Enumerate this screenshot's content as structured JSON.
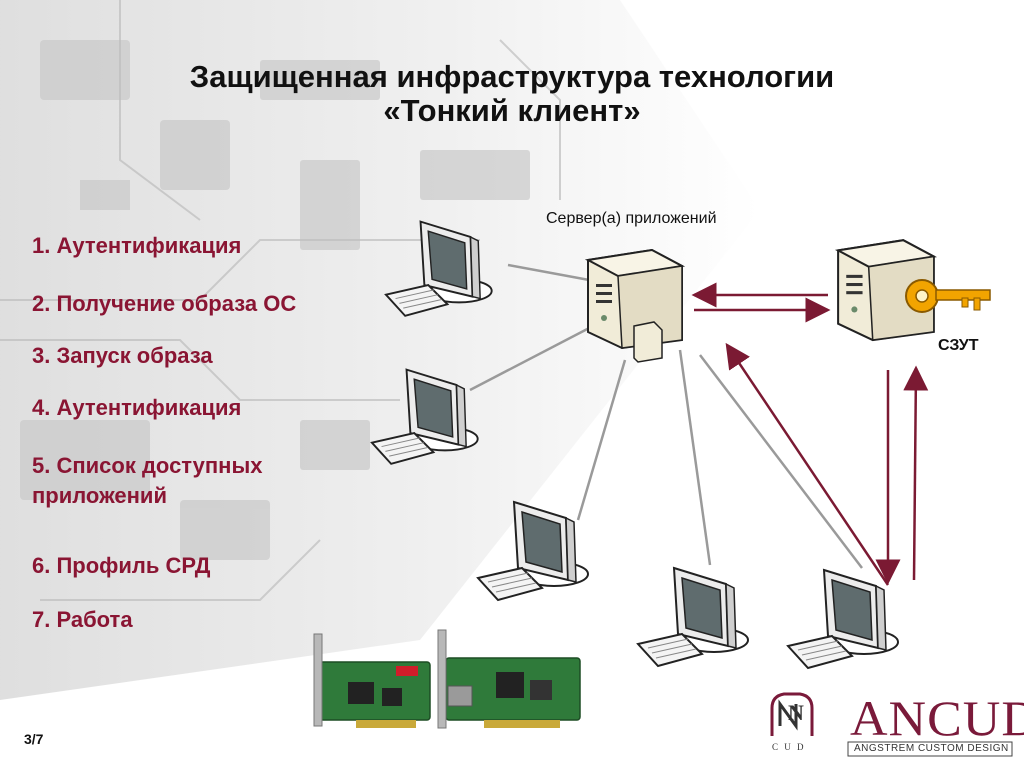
{
  "title": {
    "line1": "Защищенная инфраструктура технологии",
    "line2": "«Тонкий клиент»"
  },
  "steps": [
    "1. Аутентификация",
    "2. Получение образа ОС",
    "3. Запуск образа",
    "4. Аутентификация",
    "5. Список доступных",
    "приложений",
    "6. Профиль СРД",
    "7. Работа"
  ],
  "labels": {
    "app_server": "Сервер(а) приложений",
    "szut": "СЗУТ"
  },
  "page": "3/7",
  "logos": {
    "cud_letters": "C U D",
    "ancud": "ANCUD",
    "angstrem": "ANGSTREM CUSTOM DESIGN",
    "mark": "N"
  },
  "colors": {
    "accent": "#8a1533",
    "arrow": "#7b1a33",
    "line": "#9a9a9a"
  },
  "icons": [
    "monitor-icon",
    "keyboard-icon",
    "server-icon",
    "key-icon",
    "network-card-icon"
  ]
}
